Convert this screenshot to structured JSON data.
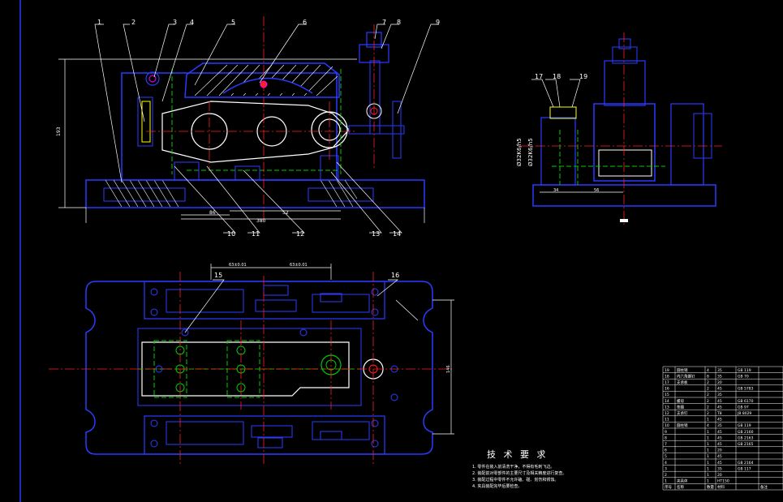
{
  "drawing": {
    "front_view_callouts": [
      "1",
      "2",
      "3",
      "4",
      "5",
      "6",
      "7",
      "8",
      "9"
    ],
    "bottom_callouts": [
      "10",
      "11",
      "12",
      "13",
      "14"
    ],
    "top_view_callouts": [
      "15",
      "16"
    ],
    "side_view_callouts": [
      "17",
      "18",
      "19"
    ],
    "dimensions": {
      "height": "193",
      "base_left": "86",
      "base_mid": "52",
      "base_total": "380",
      "slot_1": "63±0.01",
      "slot_2": "63±0.01",
      "top_view_height": "146",
      "side_fit_1": "Ø32K6/h5",
      "side_fit_2": "Ø32K6/h5",
      "side_left": "34",
      "side_mid": "56"
    },
    "colors": {
      "background": "#000000",
      "outline": "#2b3bff",
      "centerline": "#ff2020",
      "hidden": "#00cc00",
      "leader": "#ffffff",
      "hatch": "#ffffff",
      "highlight": "#00ffff",
      "magenta": "#ff00ff",
      "yellow": "#ffff00"
    }
  },
  "tech_requirements": {
    "title": "技 术 要 求",
    "lines": [
      "1. 零件在装入前清洗干净，不得有毛刺飞边。",
      "2. 装配前对零部件的主要尺寸及相关精度进行复查。",
      "3. 装配过程中零件不允许磕、碰、划伤和锈蚀。",
      "4. 夹具装配完毕后要检查。"
    ]
  },
  "parts_table": {
    "rows": [
      {
        "no": "19",
        "name": "圆柱销",
        "qty": "4",
        "material": "35",
        "std": "GB 119"
      },
      {
        "no": "18",
        "name": "内六角螺钉",
        "qty": "8",
        "material": "35",
        "std": "GB 70"
      },
      {
        "no": "17",
        "name": "支承板",
        "qty": "2",
        "material": "20",
        "std": ""
      },
      {
        "no": "16",
        "name": "",
        "qty": "2",
        "material": "45",
        "std": "GB 5783"
      },
      {
        "no": "15",
        "name": "",
        "qty": "2",
        "material": "35",
        "std": ""
      },
      {
        "no": "14",
        "name": "螺母",
        "qty": "2",
        "material": "45",
        "std": "GB 6170"
      },
      {
        "no": "13",
        "name": "垫圈",
        "qty": "2",
        "material": "45",
        "std": "GB 97"
      },
      {
        "no": "12",
        "name": "支承钉",
        "qty": "2",
        "material": "T8",
        "std": "JB 8029"
      },
      {
        "no": "11",
        "name": "",
        "qty": "1",
        "material": "45",
        "std": ""
      },
      {
        "no": "10",
        "name": "圆柱销",
        "qty": "4",
        "material": "35",
        "std": "GB 119"
      },
      {
        "no": "9",
        "name": "",
        "qty": "1",
        "material": "45",
        "std": "GB 2160"
      },
      {
        "no": "8",
        "name": "",
        "qty": "1",
        "material": "45",
        "std": "GB 2163"
      },
      {
        "no": "7",
        "name": "",
        "qty": "1",
        "material": "45",
        "std": "GB 2165"
      },
      {
        "no": "6",
        "name": "",
        "qty": "1",
        "material": "20",
        "std": ""
      },
      {
        "no": "5",
        "name": "",
        "qty": "1",
        "material": "45",
        "std": ""
      },
      {
        "no": "4",
        "name": "",
        "qty": "1",
        "material": "45",
        "std": "GB 2164"
      },
      {
        "no": "3",
        "name": "",
        "qty": "1",
        "material": "35",
        "std": "GB 117"
      },
      {
        "no": "2",
        "name": "",
        "qty": "1",
        "material": "20",
        "std": ""
      },
      {
        "no": "1",
        "name": "夹具体",
        "qty": "1",
        "material": "HT150",
        "std": ""
      }
    ],
    "header": [
      "序号",
      "名称",
      "数量",
      "材料",
      "备注"
    ]
  }
}
